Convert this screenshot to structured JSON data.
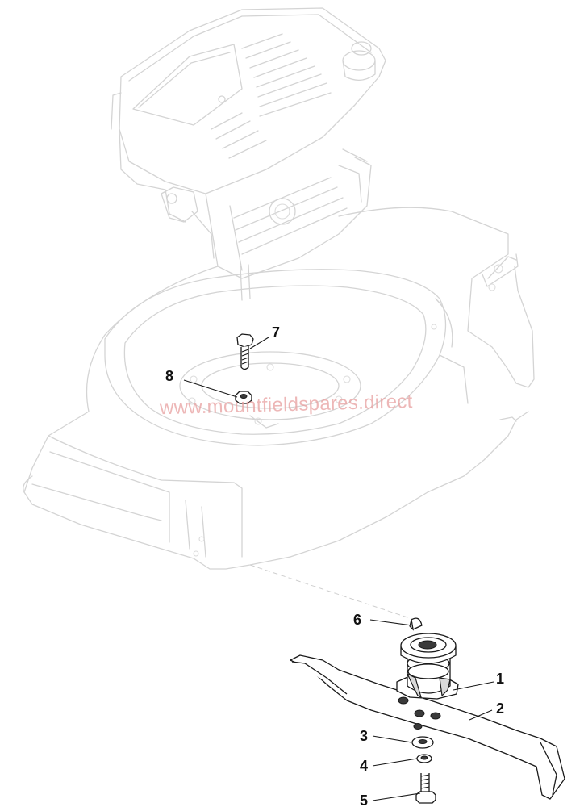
{
  "watermark": "www.mountfieldspares.direct",
  "callouts": [
    {
      "number": "1",
      "part": "blade-adaptor"
    },
    {
      "number": "2",
      "part": "blade"
    },
    {
      "number": "3",
      "part": "washer-large"
    },
    {
      "number": "4",
      "part": "washer-small"
    },
    {
      "number": "5",
      "part": "blade-bolt"
    },
    {
      "number": "6",
      "part": "key"
    },
    {
      "number": "7",
      "part": "engine-bolt"
    },
    {
      "number": "8",
      "part": "nut"
    }
  ],
  "colors": {
    "ghost_line": "#d4d4d4",
    "part_line": "#1a1a1a",
    "watermark": "#e8a0a0"
  }
}
